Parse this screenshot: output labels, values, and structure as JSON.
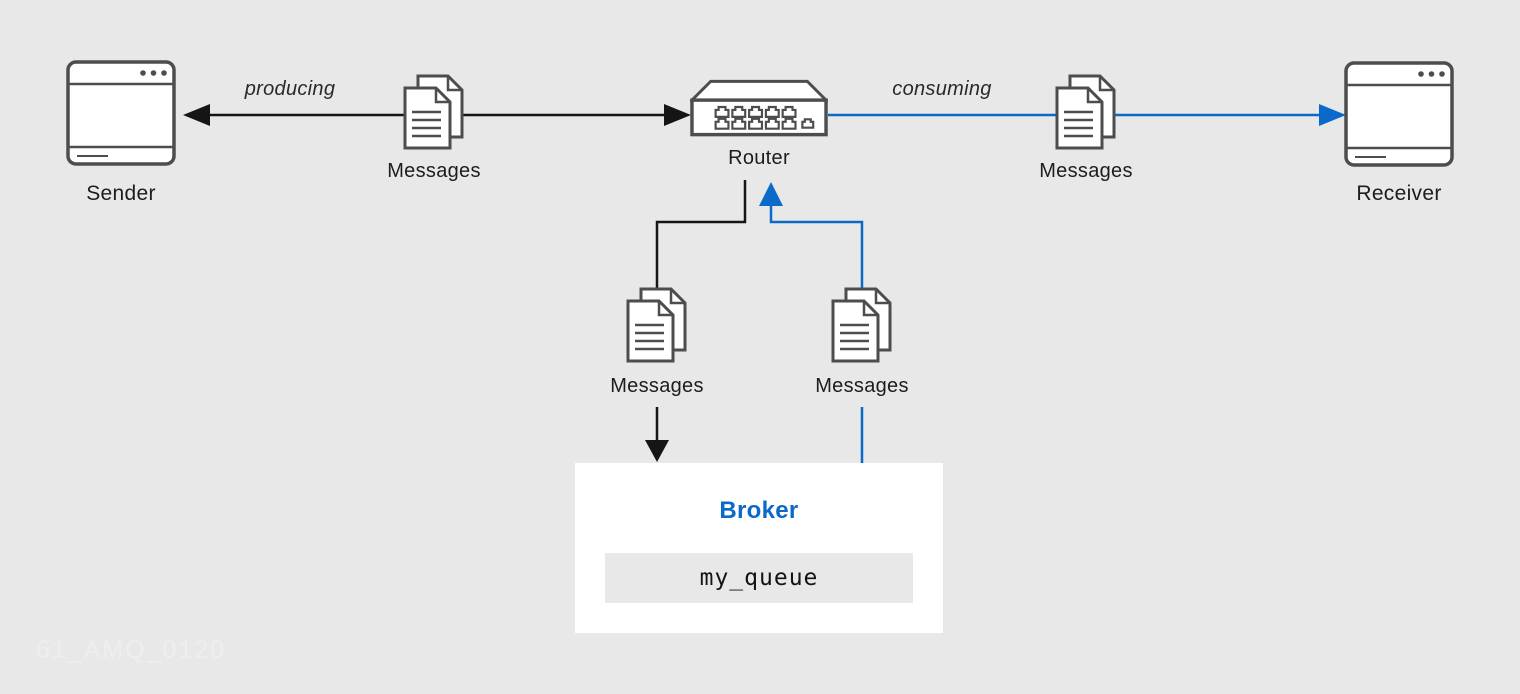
{
  "colors": {
    "background": "#e8e8e8",
    "accent_blue": "#0b6ac9",
    "line_black": "#151515",
    "icon_stroke": "#4d4d4d",
    "broker_background": "#ffffff",
    "queue_background": "#e8e8e8"
  },
  "nodes": {
    "sender": {
      "label": "Sender",
      "icon": "app-window-icon"
    },
    "producing_messages": {
      "label": "Messages",
      "icon": "documents-icon"
    },
    "router": {
      "label": "Router",
      "icon": "router-icon"
    },
    "consuming_messages": {
      "label": "Messages",
      "icon": "documents-icon"
    },
    "receiver": {
      "label": "Receiver",
      "icon": "app-window-icon"
    },
    "stored_messages": {
      "label": "Messages",
      "icon": "documents-icon"
    },
    "retrieved_messages": {
      "label": "Messages",
      "icon": "documents-icon"
    },
    "broker": {
      "title": "Broker",
      "queue_name": "my_queue"
    }
  },
  "edges": {
    "producing": {
      "label": "producing",
      "color": "#151515",
      "from": "sender",
      "to": "router"
    },
    "consuming": {
      "label": "consuming",
      "color": "#0b6ac9",
      "from": "router",
      "to": "receiver"
    },
    "router_to_broker": {
      "color": "#151515"
    },
    "broker_to_router": {
      "color": "#0b6ac9"
    }
  },
  "watermark": "61_AMQ_0120"
}
